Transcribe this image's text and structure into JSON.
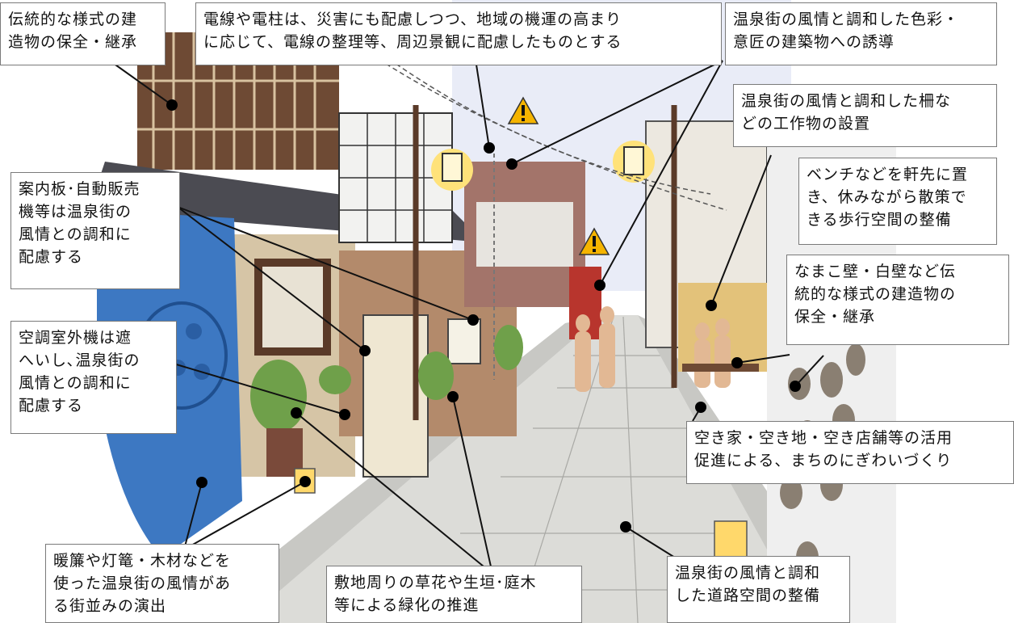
{
  "labels": {
    "traditional_buildings": "伝統的な様式の建\n造物の保全・継承",
    "utility_poles": "電線や電柱は、災害にも配慮しつつ、地域の機運の高まり\nに応じて、電線の整理等、周辺景観に配慮したものとする",
    "building_color_design": "温泉街の風情と調和した色彩・\n意匠の建築物への誘導",
    "fences_structures": "温泉街の風情と調和した柵な\nどの工作物の設置",
    "benches_walkway": "ベンチなどを軒先に置\nき、休みながら散策で\nきる歩行空間の整備",
    "signboards_vending": "案内板･自動販売\n機等は温泉街の\n風情との調和に\n配慮する",
    "namako_walls": "なまこ壁・白壁など伝\n統的な様式の建造物の\n保全・継承",
    "aircon_units": "空調室外機は遮\nへいし､温泉街の\n風情との調和に\n配慮する",
    "vacant_use": "空き家・空き地・空き店舗等の活用\n促進による、まちのにぎわいづくり",
    "noren_lanterns": "暖簾や灯篭・木材などを\n使った温泉街の風情があ\nる街並みの演出",
    "greening": "敷地周りの草花や生垣･庭木\n等による緑化の推進",
    "road_space": "温泉街の風情と調和\nした道路空間の整備"
  },
  "icons": [
    "warning-icon",
    "warning-icon"
  ],
  "colors": {
    "leader": "#111111",
    "warning_fill": "#f5b400",
    "noren_blue": "#3d78c2",
    "lantern_glow": "#ffe27a",
    "wood_dark": "#5a3a28",
    "road": "#d9d9d6"
  }
}
